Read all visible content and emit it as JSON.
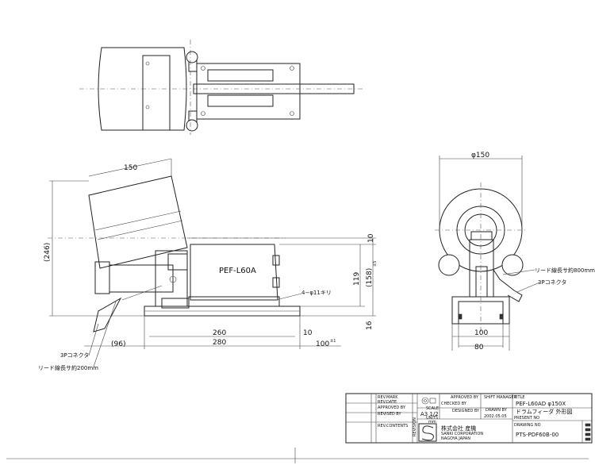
{
  "dimensions": {
    "top_width": "150",
    "overall_height": "(246)",
    "d_10_right": "10",
    "d_119": "119",
    "d_158": "(158)",
    "d_158_tol": "±5",
    "d_16": "16",
    "d_260": "260",
    "d_10_bottom": "10",
    "d_280": "280",
    "d_100": "100",
    "d_100_tol": "±1",
    "d_96": "(96)",
    "dia_150": "φ150",
    "d_100_side": "100",
    "d_80": "80"
  },
  "labels": {
    "model": "PEF-L60A",
    "holes": "4−φ11キリ",
    "connector_front": "3Pコネクタ",
    "lead_front": "リード線長サ約200mm",
    "lead_side": "リード線長サ約800mm",
    "connector_side": "3Pコネクタ"
  },
  "title_block": {
    "rev_mark": "REV.MARK",
    "rev_date": "REV.DATE",
    "approved_by": "APPROVED BY",
    "revised_by": "REVISED BY",
    "rev_contents": "REV.CONTENTS",
    "revision": "REVISION",
    "approved_by2": "APPROVED BY",
    "checked_by": "CHECKED BY",
    "designed_by": "DESIGNED BY",
    "shift_manager": "SHIFT MANAGER",
    "scale_label": "SCALE",
    "scale_value": "A3 1/2",
    "units_label": "UNITS",
    "units_value": "mm",
    "drawn_label": "DRAWN BY",
    "drawn_date": "2002.05.05",
    "title_label": "TITLE",
    "title_line1": "PEF-L60AD φ150X",
    "title_line2": "ドラムフィーダ 外形図",
    "present_label": "PRESENT NO",
    "drawing_no_label": "DRAWING NO",
    "drawing_no": "PTS-PDF60B-00",
    "company_jp": "株式会社 産機",
    "company_en": "SANKI CORPORATION",
    "company_city": "NAGOYA JAPAN"
  }
}
